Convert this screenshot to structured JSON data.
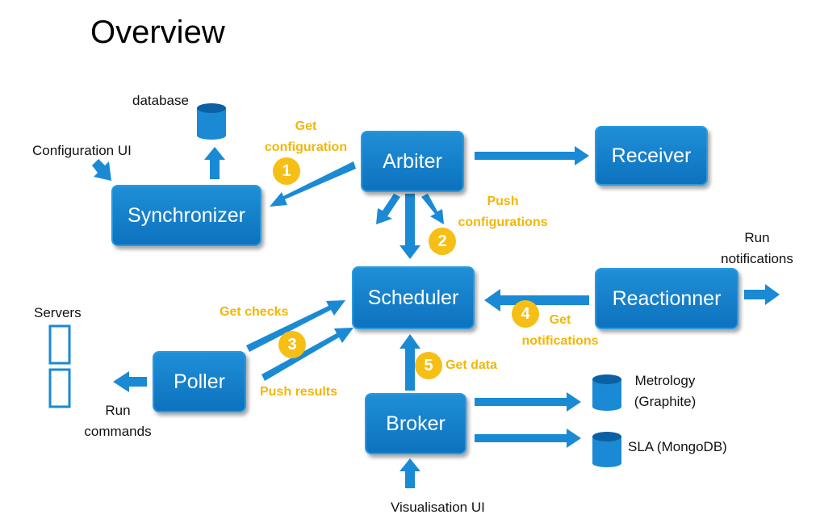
{
  "title": "Overview",
  "boxes": {
    "arbiter": "Arbiter",
    "receiver": "Receiver",
    "synchronizer": "Synchronizer",
    "scheduler": "Scheduler",
    "reactionner": "Reactionner",
    "poller": "Poller",
    "broker": "Broker"
  },
  "labels": {
    "database": "database",
    "configuration_ui": "Configuration UI",
    "servers": "Servers",
    "run_commands_1": "Run",
    "run_commands_2": "commands",
    "run_notifications_1": "Run",
    "run_notifications_2": "notifications",
    "metrology_1": "Metrology",
    "metrology_2": "(Graphite)",
    "sla": "SLA (MongoDB)",
    "visualisation_ui": "Visualisation UI"
  },
  "steps": {
    "get_configuration_1": "Get",
    "get_configuration_2": "configuration",
    "push_configurations_1": "Push",
    "push_configurations_2": "configurations",
    "get_checks": "Get checks",
    "push_results": "Push results",
    "get_notifications_1": "Get",
    "get_notifications_2": "notifications",
    "get_data": "Get data"
  },
  "badges": [
    "1",
    "2",
    "3",
    "4",
    "5"
  ],
  "colors": {
    "box": "#0d72bf",
    "arrow": "#1a8ad4",
    "step_text": "#f2b705",
    "badge": "#f6bf16"
  },
  "icons": [
    "database-icon",
    "server-icon"
  ]
}
